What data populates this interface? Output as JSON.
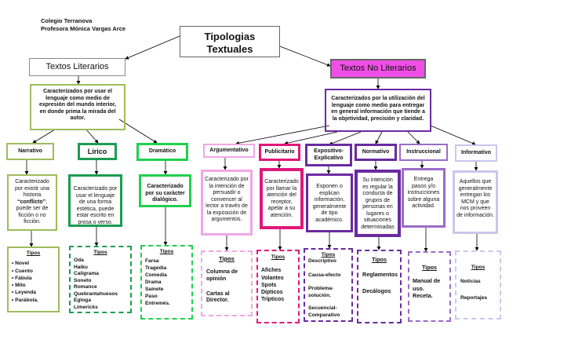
{
  "header": {
    "school": "Colegio Terranova",
    "teacher": "Profesora Mónica Vargas Arce"
  },
  "root": {
    "line1": "Tipologias",
    "line2": "Textuales"
  },
  "left": {
    "title": "Textos Literarios",
    "description": "Caracterizados por usar el lenguaje como medio de expresión del mundo interior, en donde prima la mirada del autor."
  },
  "right": {
    "title": "Textos No Literarios",
    "description": "Caracterizados por la utilización del lenguaje como medio para entregar en general información que tiende a la objetividad, precisión y claridad."
  },
  "literary": [
    {
      "name": "Narrativo",
      "description_pre": "Caracterizado por existir una historia ",
      "description_em": "“conflicto”",
      "description_post": ", puede ser de ficción o no ficción.",
      "types_title": "Tipos",
      "types": [
        "Novel",
        "Cuento",
        "Fábula",
        "Mito",
        "Leyenda",
        "Parábola."
      ]
    },
    {
      "name": "Lírico",
      "description": "Caracterizado por usar el lenguaje de una forma estética, puede estar escrito en prosa o verso.",
      "types_title": "Tipos",
      "types": [
        "Oda",
        "Haiku",
        "Caligrama",
        "Soneto",
        "Romance",
        "Quebrantahuesos",
        "Egloga",
        "Limericks"
      ]
    },
    {
      "name": "Dramático",
      "description": "Caracterizado por su carácter dialógico.",
      "types_title": "Tipos",
      "types": [
        "Farsa",
        "Tragedia",
        "Comedia",
        "Drama",
        "Sainete",
        "Paso",
        "Entremés."
      ]
    }
  ],
  "nonliterary": [
    {
      "name": "Argumentativo",
      "description": "Caracterizado por la intención de persuadir o convencer al lector a través de la exposición de argumentos.",
      "types_title": "Tipos",
      "types": [
        "Columna de opinión",
        "Cartas al Director."
      ]
    },
    {
      "name": "Publicitario",
      "description": "Caracterizado por llamar la atención del receptor, apelar a su atención.",
      "types_title": "Tipos",
      "types": [
        "Afiches",
        "Volantes",
        "Spots",
        "Dípticos",
        "Trípticos"
      ]
    },
    {
      "name": "Expositivo-Explicativo",
      "description": "Exponen o explican información, generalmente de tipo académico.",
      "types_title": "Tipos",
      "types": [
        "Descriptivo",
        "Causa-efecto",
        "Problema-solución.",
        "Secuencial-Comparativo"
      ]
    },
    {
      "name": "Normativo",
      "description": "Su intención es regular la conducta de grupos de personas en lugares o situaciones determinadas",
      "types_title": "Tipos",
      "types": [
        "Reglamentos",
        "Decálogos"
      ]
    },
    {
      "name": "Instruccional",
      "description": "Entrega pasos y/o instrucciones sobre alguna actividad.",
      "types_title": "Tipos",
      "types": [
        "Manual de uso.",
        "Receta."
      ]
    },
    {
      "name": "Informativo",
      "description": "Aquellos que generalmente entregan los MCM y que nos proveen de información.",
      "types_title": "Tipos",
      "types": [
        "Noticias",
        "Reportajes"
      ]
    }
  ],
  "colors": {
    "green": "#9ebc5c",
    "green_dark": "#1c9c52",
    "pink_light": "#f2a6e7",
    "magenta": "#e0187a",
    "purple": "#6a2ba0",
    "purple_mid": "#9a6cc8",
    "lavender": "#c8c8ee",
    "no_literarios_fill": "#f04fe6"
  }
}
